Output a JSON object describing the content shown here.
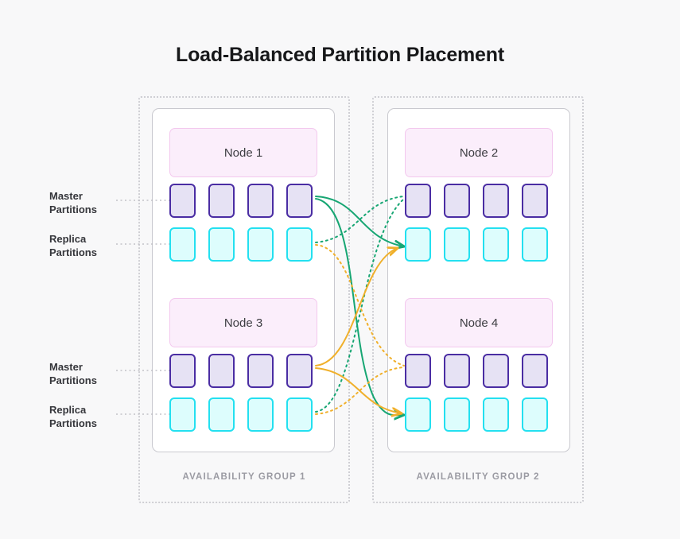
{
  "page": {
    "title": "Load-Balanced Partition Placement",
    "background_color": "#f8f8f9"
  },
  "colors": {
    "master_fill": "#e6e2f4",
    "master_border": "#4a2da3",
    "replica_fill": "#ddfdfd",
    "replica_border": "#23e0f0",
    "node_card_fill": "#fbeefb",
    "node_card_border": "#f3c8ee",
    "panel_border": "#c9c9cf",
    "group_frame_border": "#cfcfd4",
    "group_caption_text": "#9b9ba3",
    "link_green": "#17a673",
    "link_amber": "#f0b02b",
    "leader_line": "#b8b8bf"
  },
  "groups": [
    {
      "caption": "AVAILABILITY GROUP 1",
      "nodes": [
        {
          "name": "Node 1",
          "master_count": 4,
          "replica_count": 4,
          "master_label": "Master Partitions",
          "replica_label": "Replica Partitions"
        },
        {
          "name": "Node 3",
          "master_count": 4,
          "replica_count": 4,
          "master_label": "Master Partitions",
          "replica_label": "Replica Partitions"
        }
      ]
    },
    {
      "caption": "AVAILABILITY GROUP 2",
      "nodes": [
        {
          "name": "Node 2",
          "master_count": 4,
          "replica_count": 4
        },
        {
          "name": "Node 4",
          "master_count": 4,
          "replica_count": 4
        }
      ]
    }
  ],
  "labels": {
    "master_top": "Master\nPartitions",
    "master_top_line1": "Master",
    "master_top_line2": "Partitions",
    "replica_top_line1": "Replica",
    "replica_top_line2": "Partitions",
    "master_bottom_line1": "Master",
    "master_bottom_line2": "Partitions",
    "replica_bottom_line1": "Replica",
    "replica_bottom_line2": "Partitions"
  },
  "replication_links": [
    {
      "from": "Node 1 masters",
      "to": "Node 4 replicas",
      "style": "solid",
      "color": "#17a673",
      "arrow": true
    },
    {
      "from": "Node 1 masters",
      "to": "Node 2 replicas",
      "style": "solid",
      "color": "#17a673",
      "arrow": true
    },
    {
      "from": "Node 1 replicas",
      "to": "Node 2 masters",
      "style": "dotted",
      "color": "#17a673",
      "arrow": false
    },
    {
      "from": "Node 1 replicas",
      "to": "Node 4 masters",
      "style": "dotted",
      "color": "#f0b02b",
      "arrow": false
    },
    {
      "from": "Node 3 masters",
      "to": "Node 2 replicas",
      "style": "solid",
      "color": "#f0b02b",
      "arrow": true
    },
    {
      "from": "Node 3 masters",
      "to": "Node 4 replicas",
      "style": "solid",
      "color": "#f0b02b",
      "arrow": true
    },
    {
      "from": "Node 3 replicas",
      "to": "Node 4 masters",
      "style": "dotted",
      "color": "#f0b02b",
      "arrow": false
    },
    {
      "from": "Node 3 replicas",
      "to": "Node 2 masters",
      "style": "dotted",
      "color": "#17a673",
      "arrow": false
    }
  ]
}
